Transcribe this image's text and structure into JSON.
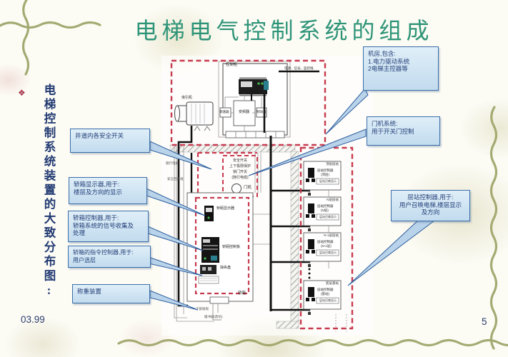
{
  "page": {
    "title": "电梯电气控制系统的组成",
    "date": "03.99",
    "page_number": "5"
  },
  "sidebar": {
    "bullet": "❖",
    "vertical_text": "电梯控制系统装置的大致分布图:"
  },
  "callouts": {
    "machine_room": {
      "lines": [
        "机房,包含:",
        "1.电力驱动系统",
        "2电梯主控器等"
      ]
    },
    "door_system": {
      "lines": [
        "门机系统:",
        "用于开关门控制"
      ]
    },
    "shaft_switches": {
      "lines": [
        "井道内各安全开关"
      ]
    },
    "car_display": {
      "lines": [
        "轿箱显示器,用于:",
        "楼层及方向的显示"
      ]
    },
    "car_controller": {
      "lines": [
        "轿箱控制器,用于:",
        "轿箱系统的信号收集及",
        "处理"
      ]
    },
    "car_command": {
      "lines": [
        "轿箱的指令控制器,用于:",
        "用户选层"
      ]
    },
    "weighing": {
      "lines": [
        "称重装置"
      ]
    },
    "landing_controller": {
      "lines": [
        "层站控制器,用于:",
        "用户召唤电梯,楼层显示",
        "及方向"
      ]
    }
  },
  "diagram": {
    "machine_room": {
      "cabinet": "控制柜",
      "power_note": "电源、信号、监控线",
      "motor": "曳引机",
      "inverter": "变频器",
      "governor": "调速器",
      "brake": "制动器"
    },
    "hoistway": {
      "safety_lines": [
        "安全开关",
        "上下极限保护",
        "锁门开关",
        "(随行电缆)"
      ],
      "door_motor": "门机",
      "cable_note_1": "随行电缆",
      "cable_note_2": "安全回路线"
    },
    "car": {
      "display": "轿厢显示器",
      "controller": "轿厢控制板",
      "command": "操纵盘",
      "label": "轿箱",
      "lower_limit": "下部极限",
      "buffer": "缓冲器(底坑)"
    },
    "stations": {
      "ctrl_label": "层站控制器",
      "panel_label": "层站召唤显示",
      "units": [
        {
          "title": "顶层层站",
          "floor": "(顶层)"
        },
        {
          "title": "N层层站",
          "floor": "(N层)"
        },
        {
          "title": "N-1层层站",
          "floor": "(N-1层)"
        },
        {
          "title": "底层基站",
          "floor": "(基站)"
        }
      ]
    }
  },
  "colors": {
    "dash_red": "#c73b4f",
    "callout_border": "#3a6ea8",
    "callout_fill": "#cfe4f3",
    "title_green": "#2e9478",
    "navy_text": "#223a72"
  }
}
